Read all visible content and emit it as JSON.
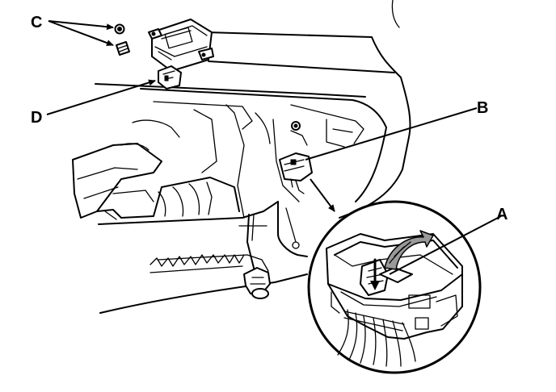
{
  "callouts": {
    "a": "A",
    "b": "B",
    "c": "C",
    "d": "D"
  },
  "colors": {
    "ink": "#000000",
    "paper": "#ffffff",
    "arrow_fill": "#999999"
  }
}
